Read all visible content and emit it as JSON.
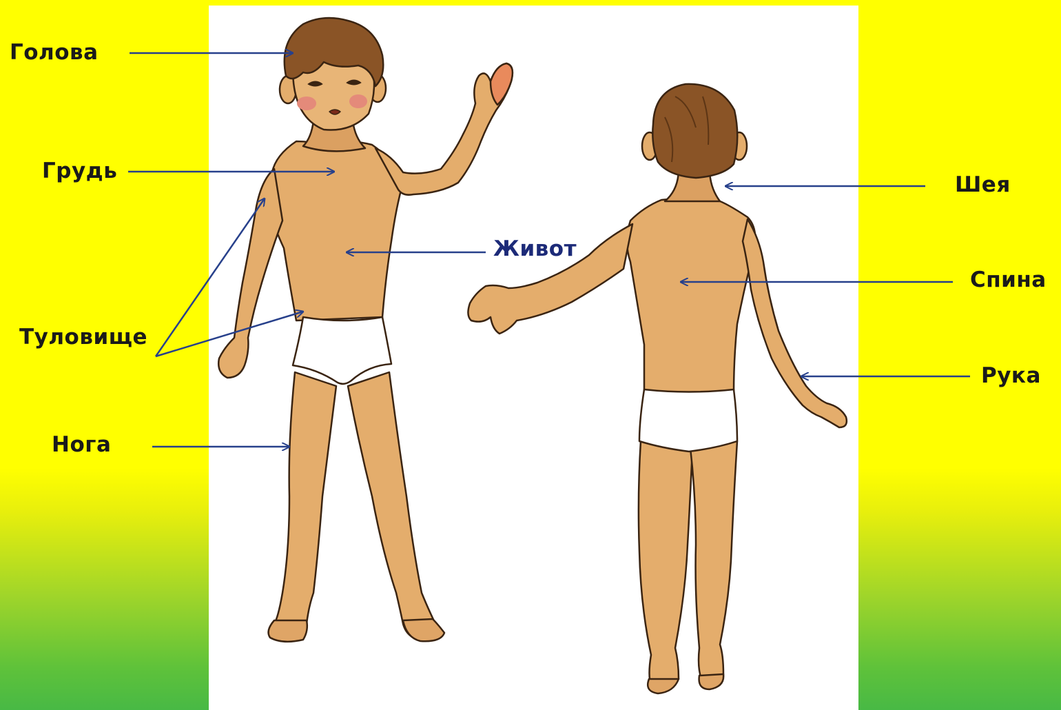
{
  "labels": {
    "head": "Голова",
    "chest": "Грудь",
    "belly": "Живот",
    "torso": "Туловище",
    "leg": "Нога",
    "neck": "Шея",
    "back": "Спина",
    "arm": "Рука"
  },
  "colors": {
    "background_top": "#ffff00",
    "background_bottom": "#48b945",
    "panel": "#ffffff",
    "arrow": "#27408b",
    "skin": "#e4ad6c",
    "skin_shadow": "#c98d4f",
    "hair": "#8a5426",
    "underwear": "#ffffff",
    "outline": "#3a2412"
  }
}
